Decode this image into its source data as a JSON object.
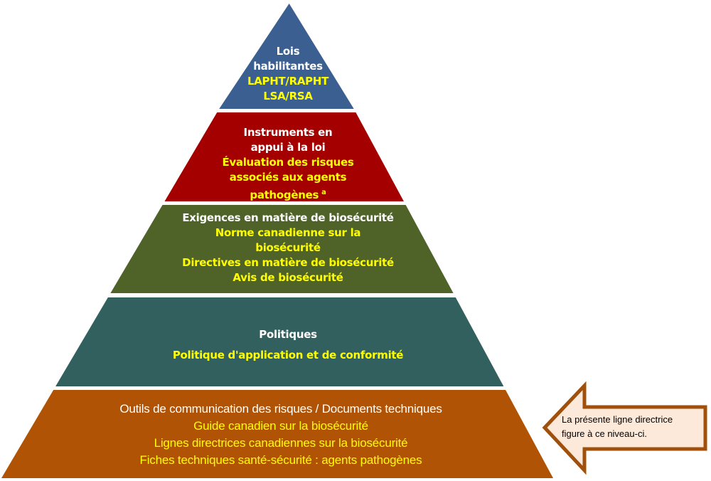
{
  "diagram": {
    "type": "pyramid",
    "tiers": [
      {
        "name": "lois-habilitantes",
        "color": "#3b5f91",
        "heading": [
          "Lois",
          "habilitantes"
        ],
        "items": [
          "LAPHT/RAPHT",
          "LSA/RSA"
        ]
      },
      {
        "name": "instruments-en-appui",
        "color": "#a50000",
        "heading": [
          "Instruments en",
          "appui à la loi"
        ],
        "items": [
          "Évaluation des risques",
          "associés aux agents",
          "pathogènes"
        ],
        "footnote": "a"
      },
      {
        "name": "exigences-biosecurite",
        "color": "#4f6228",
        "heading": [
          "Exigences en matière de biosécurité"
        ],
        "items": [
          "Norme canadienne sur la",
          "biosécurité",
          "Directives en matière de biosécurité",
          "Avis de biosécurité"
        ]
      },
      {
        "name": "politiques",
        "color": "#31605e",
        "heading": [
          "Politiques"
        ],
        "items": [
          "Politique d'application et de conformité"
        ]
      },
      {
        "name": "outils-communication",
        "color": "#b05304",
        "heading": [
          "Outils de communication des risques / Documents techniques"
        ],
        "items": [
          "Guide canadien sur la biosécurité",
          "Lignes directrices canadiennes sur la biosécurité",
          "Fiches techniques santé-sécurité : agents pathogènes"
        ]
      }
    ],
    "callout": {
      "lines": [
        "La présente ligne directrice",
        "figure à ce niveau-ci."
      ],
      "fill": "#fde9d9",
      "stroke": "#a0500a",
      "points_to_tier": "outils-communication"
    },
    "heading_color": "#ffffff",
    "item_color": "#ffff00"
  }
}
